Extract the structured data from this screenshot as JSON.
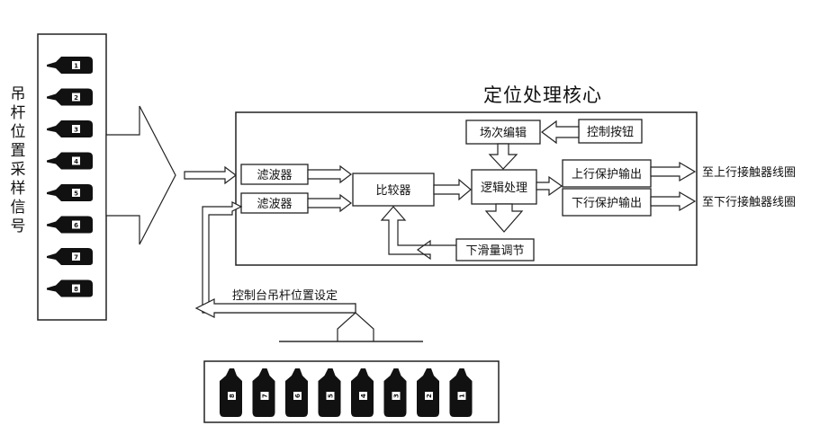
{
  "title": "定位处理核心",
  "side_label": "吊杆位置采样信号",
  "blocks": {
    "filter_1": "滤波器",
    "filter_2": "滤波器",
    "comparator": "比较器",
    "logic": "逻辑处理",
    "scene_edit": "场次编辑",
    "control_button": "控制按钮",
    "up_output": "上行保护输出",
    "down_output": "下行保护输出",
    "slide_adjust": "下滑量调节"
  },
  "outputs": {
    "up_target": "至上行接触器线圈",
    "down_target": "至下行接触器线圈"
  },
  "console_label": "控制台吊杆位置设定",
  "left_sensors": [
    "1",
    "2",
    "3",
    "4",
    "5",
    "6",
    "7",
    "8"
  ],
  "bottom_sensors": [
    "8",
    "7",
    "6",
    "5",
    "4",
    "3",
    "2",
    "1"
  ]
}
